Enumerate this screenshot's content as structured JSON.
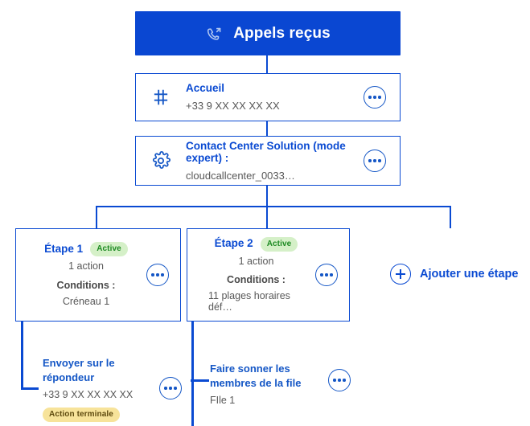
{
  "header": {
    "title": "Appels reçus",
    "icon": "phone-incoming-icon",
    "bg_color": "#0a47d2",
    "text_color": "#ffffff"
  },
  "nodes": [
    {
      "id": "accueil",
      "icon": "hash-keypad-icon",
      "line1": "Accueil",
      "line2": "+33 9 XX XX XX XX",
      "menu": "…"
    },
    {
      "id": "contact-center",
      "icon": "gear-icon",
      "line1": "Contact Center Solution (mode expert) :",
      "line2": "cloudcallcenter_0033…",
      "menu": "…"
    }
  ],
  "steps": [
    {
      "id": "etape-1",
      "title": "Étape 1",
      "badge": "Active",
      "badge_color": "#1d8a22",
      "badge_bg": "#d5f0c8",
      "actions_count": "1 action",
      "conditions_label": "Conditions :",
      "conditions_value": "Créneau 1",
      "menu": "…"
    },
    {
      "id": "etape-2",
      "title": "Étape 2",
      "badge": "Active",
      "badge_color": "#1d8a22",
      "badge_bg": "#d5f0c8",
      "actions_count": "1 action",
      "conditions_label": "Conditions :",
      "conditions_value": "11 plages horaires déf…",
      "menu": "…"
    }
  ],
  "leaf_actions": [
    {
      "id": "envoyer-repondeur",
      "title": "Envoyer sur le répondeur",
      "sub": "+33 9 XX XX XX XX",
      "badge": "Action terminale",
      "badge_color": "#5e4a0e",
      "badge_bg": "#f7e39a",
      "menu": "…"
    },
    {
      "id": "faire-sonner-file",
      "title": "Faire sonner les membres de la file",
      "sub": "FIle 1",
      "badge": null,
      "menu": "…"
    }
  ],
  "add_step": {
    "label": "Ajouter une étape",
    "icon": "plus-circle-icon"
  },
  "colors": {
    "brand_blue": "#0a4ad2",
    "link_blue": "#1557c6",
    "muted_text": "#585858",
    "canvas": "#ffffff"
  }
}
